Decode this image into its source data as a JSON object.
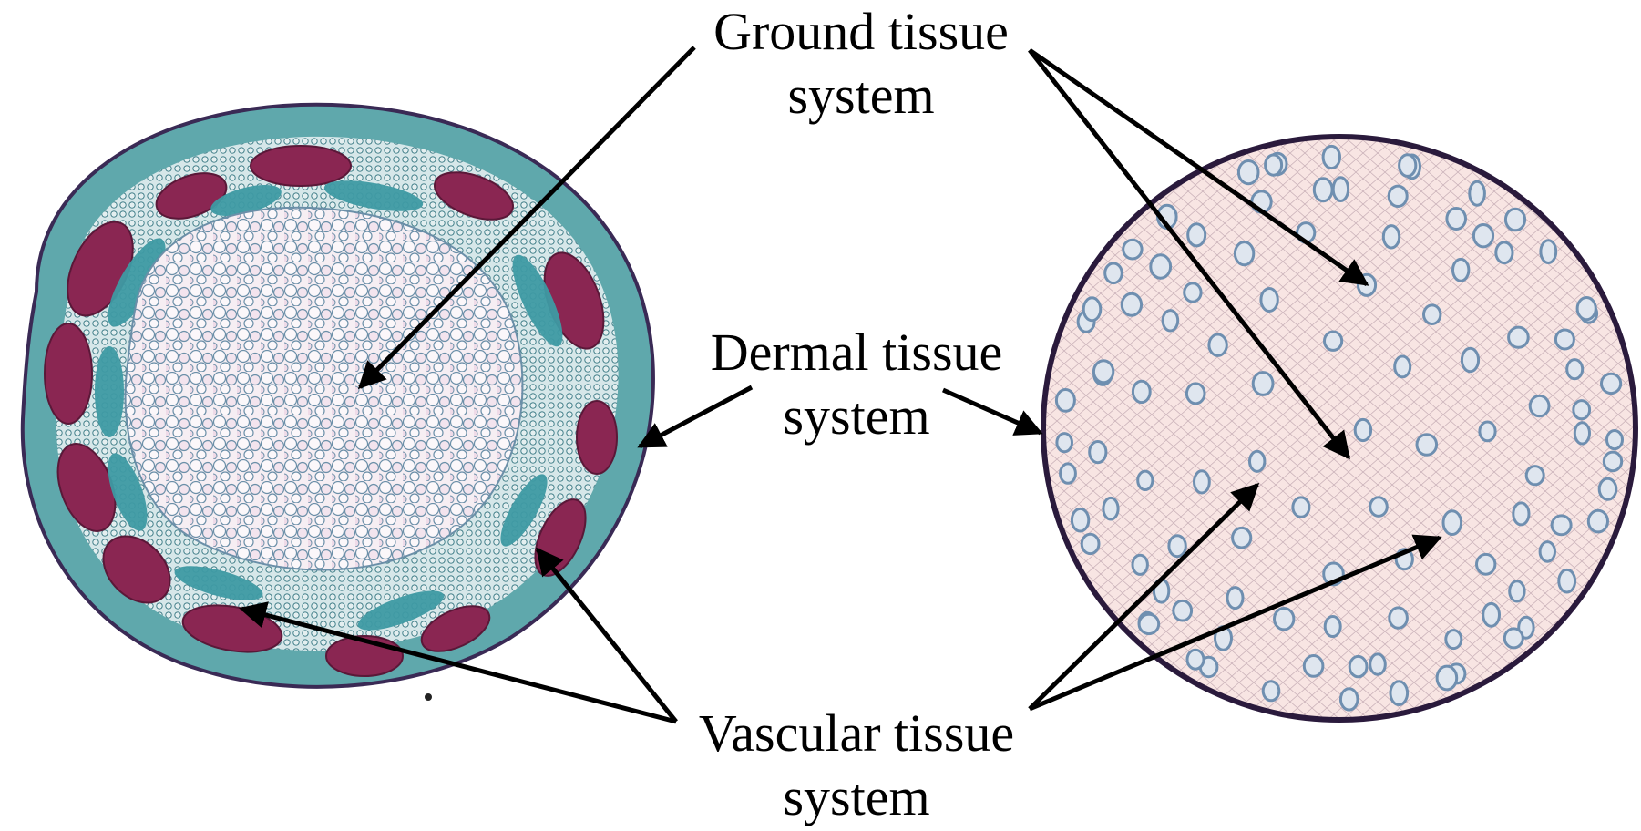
{
  "labels": {
    "ground": {
      "line1": "Ground tissue",
      "line2": "system"
    },
    "dermal": {
      "line1": "Dermal tissue",
      "line2": "system"
    },
    "vascular": {
      "line1": "Vascular tissue",
      "line2": "system"
    }
  },
  "colors": {
    "background": "#ffffff",
    "arrow": "#000000",
    "text": "#000000",
    "dicot_cortex": "#5fa8ac",
    "dicot_phloem_cap": "#8a2652",
    "dicot_pith": "#f4eef2",
    "monocot_ground": "#f7e2e0",
    "monocot_bundle": "#6f8fb0",
    "monocot_edge": "#2a1a3c"
  }
}
